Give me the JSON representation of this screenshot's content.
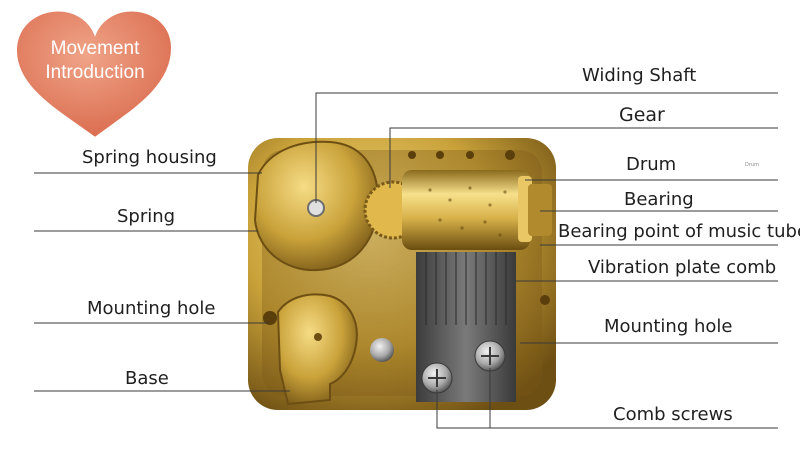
{
  "badge": {
    "line1": "Movement",
    "line2": "Introduction",
    "color": "#e07a5f"
  },
  "labels": {
    "winding_shaft": "Widing Shaft",
    "gear": "Gear",
    "drum": "Drum",
    "drum_small": "Drum",
    "bearing": "Bearing",
    "bearing_point": "Bearing point of music tube",
    "comb": "Vibration plate comb",
    "mounting_hole_right": "Mounting hole",
    "comb_screws": "Comb screws",
    "spring_housing": "Spring housing",
    "spring": "Spring",
    "mounting_hole_left": "Mounting hole",
    "base": "Base"
  },
  "colors": {
    "line": "#3a3a3a",
    "brass": "#c9a23a",
    "steel": "#5b5b5b"
  }
}
